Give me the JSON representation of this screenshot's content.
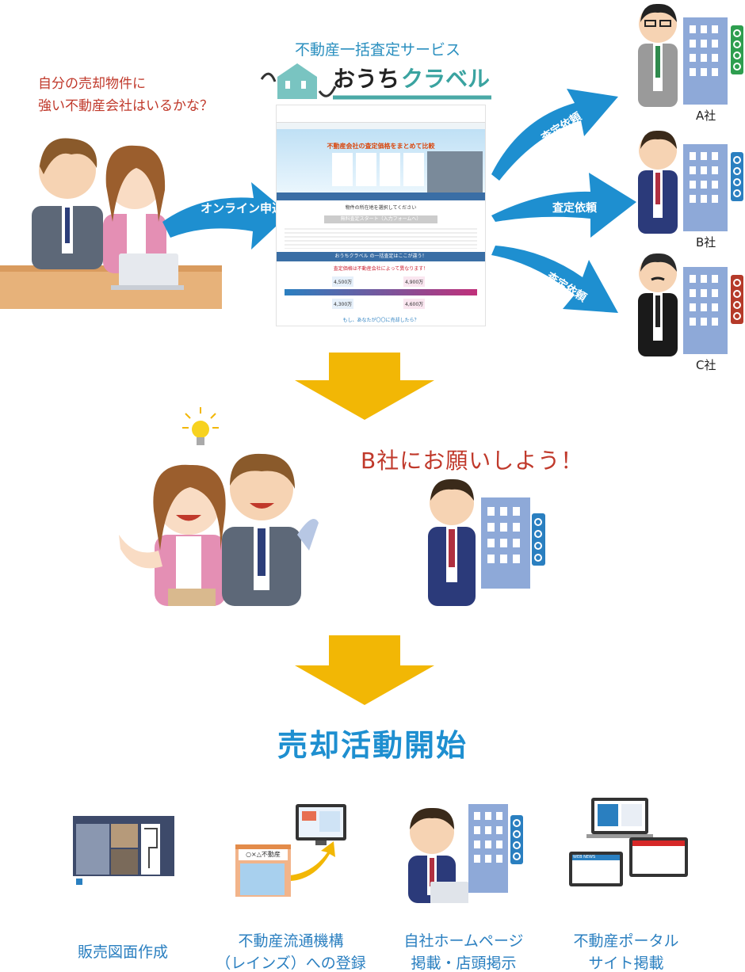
{
  "top": {
    "question_line1": "自分の売却物件に",
    "question_line2": "強い不動産会社はいるかな？",
    "service_subtitle": "不動産一括査定サービス",
    "service_logo_a": "おうち",
    "service_logo_b": "クラベル",
    "online_apply": "オンライン申込",
    "request_label": "査定依頼",
    "company_a": "A社",
    "company_b": "B社",
    "company_c": "C社"
  },
  "screenshot": {
    "hero_title": "不動産会社の査定価格をまとめて比較",
    "select_title": "物件の所在地を選択してください",
    "start_button": "無料査定スタート（入力フォームへ）",
    "section_title": "おうちクラベル の一括査定はここが違う！",
    "highlight": "査定価格は不動産会社によって異なります！",
    "prices": [
      "4,500万",
      "4,900万",
      "4,300万",
      "4,600万"
    ],
    "footer_note": "もし、あなたが〇〇に売却したら？"
  },
  "middle": {
    "decision": "B社にお願いしよう！"
  },
  "bottom": {
    "title": "売却活動開始",
    "items": [
      {
        "line1": "販売図面作成",
        "line2": ""
      },
      {
        "line1": "不動産流通機構",
        "line2": "（レインズ）への登録"
      },
      {
        "line1": "自社ホームページ",
        "line2": "掲載・店頭掲示"
      },
      {
        "line1": "不動産ポータル",
        "line2": "サイト掲載"
      }
    ],
    "shop_sign": "○×△不動産",
    "web_news": "WEB NEWS"
  },
  "colors": {
    "arrow_blue": "#1e8fd0",
    "gold": "#f2b705",
    "title_blue": "#1e8fd0",
    "red_text": "#c0392b",
    "green_lamp": "#2e9e4f",
    "blue_lamp": "#2a7fc0",
    "red_lamp": "#b53a2a"
  }
}
